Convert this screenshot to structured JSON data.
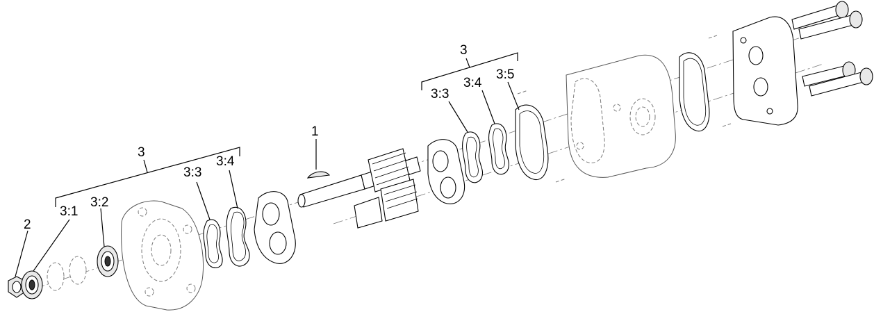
{
  "labels": {
    "item_1": "1",
    "item_2": "2",
    "group_3_left": "3",
    "item_3_1": "3:1",
    "item_3_2": "3:2",
    "item_3_3_left": "3:3",
    "item_3_4_left": "3:4",
    "group_3_right": "3",
    "item_3_3_right": "3:3",
    "item_3_4_right": "3:4",
    "item_3_5": "3:5"
  }
}
